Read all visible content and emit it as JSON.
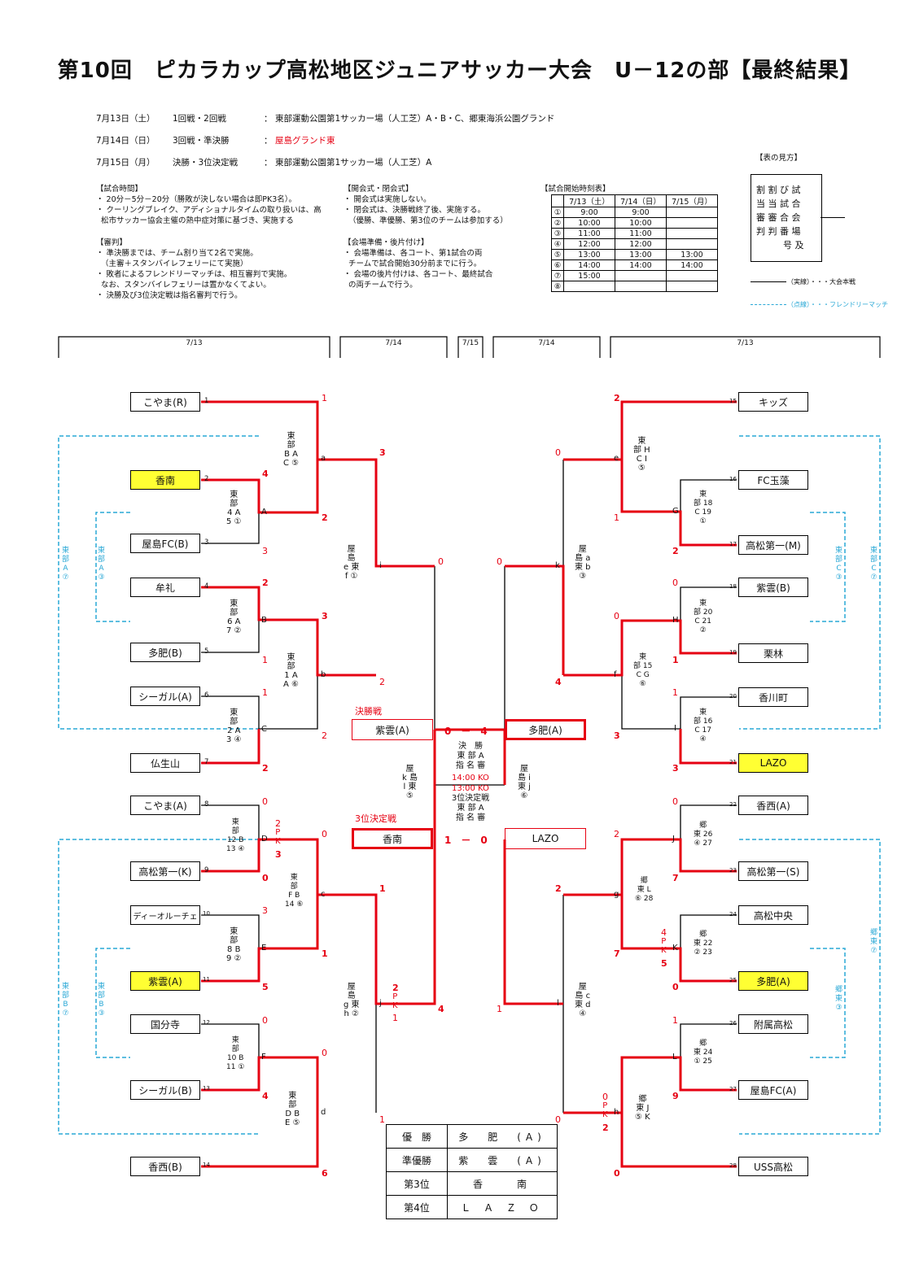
{
  "title": "第10回　ピカラカップ高松地区ジュニアサッカー大会　U－12の部【最終結果】",
  "schedule": [
    {
      "date": "7月13日（土）",
      "round": "1回戦・2回戦",
      "venue": "東部運動公園第1サッカー場（人工芝）A・B・C、郷東海浜公園グランド",
      "venue_red": false
    },
    {
      "date": "7月14日（日）",
      "round": "3回戦・準決勝",
      "venue": "屋島グランド東",
      "venue_red": true
    },
    {
      "date": "7月15日（月）",
      "round": "決勝・3位決定戦",
      "venue": "東部運動公園第1サッカー場（人工芝）A",
      "venue_red": false
    }
  ],
  "notes": {
    "match_time": "【試合時間】\n・ 20分－5分－20分（勝敗が決しない場合は即PK3名）。\n・ クーリングブレイク、アディショナルタイムの取り扱いは、高\n  松市サッカー協会主催の熱中症対策に基づき、実施する",
    "referee": "【審判】\n・ 準決勝までは、チーム割り当て2名で実施。\n  （主審＋スタンバイレフェリーにて実施）\n・ 敗者によるフレンドリーマッチは、相互審判で実施。\n  なお、スタンバイレフェリーは置かなくてよい。\n・ 決勝及び3位決定戦は指名審判で行う。",
    "ceremony": "【開会式・閉会式】\n・ 開会式は実施しない。\n・ 閉会式は、決勝戦終了後、実施する。\n  （優勝、準優勝、第3位のチームは参加する）",
    "venue_prep": "【会場準備・後片付け】\n・ 会場準備は、各コート、第1試合の両\n  チームで試合開始30分前までに行う。\n・ 会場の後片付けは、各コート、最終試合\n  の両チームで行う。"
  },
  "timetable": {
    "title": "【試合開始時刻表】",
    "headers": [
      "",
      "7/13（土）",
      "7/14（日）",
      "7/15（月）"
    ],
    "rows": [
      [
        "①",
        "9:00",
        "9:00",
        ""
      ],
      [
        "②",
        "10:00",
        "10:00",
        ""
      ],
      [
        "③",
        "11:00",
        "11:00",
        ""
      ],
      [
        "④",
        "12:00",
        "12:00",
        ""
      ],
      [
        "⑤",
        "13:00",
        "13:00",
        "13:00"
      ],
      [
        "⑥",
        "14:00",
        "14:00",
        "14:00"
      ],
      [
        "⑦",
        "15:00",
        "",
        ""
      ],
      [
        "⑧",
        "",
        "",
        ""
      ]
    ]
  },
  "legend": {
    "title": "【表の見方】",
    "box": "割 割 び 試\n当 当 試 合\n審 審 合 会\n判 判 番 場\n　　　号 及",
    "solid": "（実線）・・・大会本戦",
    "dashed": "（点線）・・・フレンドリーマッチ"
  },
  "datebar": [
    "7/13",
    "7/14",
    "7/15",
    "7/14",
    "7/13"
  ],
  "teams_left": [
    {
      "no": "1",
      "name": "こやま(R)",
      "hl": false
    },
    {
      "no": "2",
      "name": "香南",
      "hl": true
    },
    {
      "no": "3",
      "name": "屋島FC(B)",
      "hl": false
    },
    {
      "no": "4",
      "name": "牟礼",
      "hl": false
    },
    {
      "no": "5",
      "name": "多肥(B)",
      "hl": false
    },
    {
      "no": "6",
      "name": "シーガル(A)",
      "hl": false
    },
    {
      "no": "7",
      "name": "仏生山",
      "hl": false
    },
    {
      "no": "8",
      "name": "こやま(A)",
      "hl": false
    },
    {
      "no": "9",
      "name": "高松第一(K)",
      "hl": false
    },
    {
      "no": "10",
      "name": "ディーオルーチェ",
      "hl": false
    },
    {
      "no": "11",
      "name": "紫雲(A)",
      "hl": true
    },
    {
      "no": "12",
      "name": "国分寺",
      "hl": false
    },
    {
      "no": "13",
      "name": "シーガル(B)",
      "hl": false
    },
    {
      "no": "14",
      "name": "香西(B)",
      "hl": false
    }
  ],
  "teams_right": [
    {
      "no": "15",
      "name": "キッズ",
      "hl": false
    },
    {
      "no": "16",
      "name": "FC玉藻",
      "hl": false
    },
    {
      "no": "17",
      "name": "高松第一(M)",
      "hl": false
    },
    {
      "no": "18",
      "name": "紫雲(B)",
      "hl": false
    },
    {
      "no": "19",
      "name": "栗林",
      "hl": false
    },
    {
      "no": "20",
      "name": "香川町",
      "hl": false
    },
    {
      "no": "21",
      "name": "LAZO",
      "hl": true
    },
    {
      "no": "22",
      "name": "香西(A)",
      "hl": false
    },
    {
      "no": "23",
      "name": "高松第一(S)",
      "hl": false
    },
    {
      "no": "24",
      "name": "高松中央",
      "hl": false
    },
    {
      "no": "25",
      "name": "多肥(A)",
      "hl": true
    },
    {
      "no": "26",
      "name": "附属高松",
      "hl": false
    },
    {
      "no": "27",
      "name": "屋島FC(A)",
      "hl": false
    },
    {
      "no": "28",
      "name": "USS高松",
      "hl": false
    }
  ],
  "scores": {
    "s1": "1",
    "sA_t": "4",
    "sA_b": "2",
    "s3": "3",
    "sB_t": "2",
    "sB_b": "3",
    "s5": "1",
    "s6": "1",
    "sC_b": "2",
    "sa_t": "3",
    "sb_b": "2",
    "si_l": "0",
    "s8": "0",
    "sD_t": "2",
    "sD_pk_t": "3",
    "sD_b": "0",
    "s10": "3",
    "sE_b": "1",
    "s11": "5",
    "s12": "0",
    "sF_b": "4",
    "s14": "6",
    "sc_t": "1",
    "sd_b": "1",
    "sD_up": "0",
    "sF_up": "0",
    "sj_t": "2",
    "sj_pk": "1",
    "sj_r": "4",
    "r15": "2",
    "r16g": "1",
    "r17": "2",
    "r18": "0",
    "r19": "1",
    "r20": "1",
    "r21": "3",
    "re_t": "0",
    "rf_b": "4",
    "rH": "0",
    "rI": "3",
    "rk_l": "0",
    "r22": "0",
    "r23": "7",
    "r24g": "2",
    "r25": "0",
    "r26": "1",
    "r27": "9",
    "r28": "0",
    "rK_t": "4",
    "rK_b": "5",
    "rg_b": "7",
    "rg_t": "2",
    "rh_t": "0",
    "rh_b": "2",
    "rl_t": "2",
    "rl_b": "0",
    "rl_l": "1"
  },
  "final": {
    "label": "決勝戦",
    "left": "紫雲(A)",
    "right": "多肥(A)",
    "score": "0　－　4",
    "info": "決　勝\n東 部 A\n指 名 審",
    "time": "14:00 KO"
  },
  "third": {
    "label": "3位決定戦",
    "left": "香南",
    "right": "LAZO",
    "score": "1　－　0",
    "info": "3位決定戦\n東 部 A\n指 名 審",
    "time": "13:00 KO"
  },
  "results": [
    {
      "rank": "優　勝",
      "team": "多　肥　(A)"
    },
    {
      "rank": "準優勝",
      "team": "紫　雲　(A)"
    },
    {
      "rank": "第3位",
      "team": "香　　南"
    },
    {
      "rank": "第4位",
      "team": "Ｌ Ａ Ｚ Ｏ"
    }
  ],
  "match_labels": {
    "A": "A",
    "B": "B",
    "C": "C",
    "D": "D",
    "E": "E",
    "F": "F",
    "a": "a",
    "b": "b",
    "c": "c",
    "d": "d",
    "i": "i",
    "j": "j",
    "G": "G",
    "H": "H",
    "I": "I",
    "J": "J",
    "K": "K",
    "L": "L",
    "e": "e",
    "f": "f",
    "g": "g",
    "h": "h",
    "k": "k",
    "l": "l"
  },
  "match_info": {
    "A": "東\n部\n4 A\n5 ①",
    "B": "東\n部\n6 A\n7 ②",
    "C": "東\n部\n2 A\n3 ④",
    "a": "東\n部\nB A\nC ⑤",
    "b": "東\n部\n1 A\nA ⑥",
    "i": "屋\n島\ne 東\nf ①",
    "D": "東\n部\n12 B\n13 ④",
    "E": "東\n部\n8 B\n9 ②",
    "F": "東\n部\n10 B\n11 ①",
    "c": "東\n部\nF B\n14 ⑥",
    "d": "東\n部\nD B\nE ⑤",
    "j": "屋\n島\ng 東\nh ②",
    "k_l": "屋\nk 島\nl 東\n⑤",
    "e": "東\n部 H\nC I\n⑤",
    "G": "東\n部 18\nC 19\n①",
    "H": "東\n部 20\nC 21\n②",
    "I": "東\n部 16\nC 17\n④",
    "f": "東\n部 15\nC G\n⑥",
    "k": "屋\n島 a\n東 b\n③",
    "J": "郷\n東 26\n④ 27",
    "K": "郷\n東 22\n② 23",
    "L": "郷\n東 24\n① 25",
    "g": "郷\n東 L\n⑥ 28",
    "h": "郷\n東 J\n⑤ K",
    "l": "屋\n島 c\n東 d\n④",
    "ij": "屋\n島 i\n東 j\n⑥"
  },
  "pk": {
    "left_D": "P\nK",
    "left_j": "P\nK",
    "right_K": "P\nK",
    "right_h": "P\nK"
  },
  "friendly": {
    "l_outer_top": "東\n部\nA\n⑦",
    "l_inner_top": "東\n部\nA\n③",
    "l_outer_bot": "東\n部\nB\n⑦",
    "l_inner_bot": "東\n部\nB\n③",
    "r_inner_top": "東\n部\nC\n③",
    "r_outer_top": "東\n部\nC\n⑦",
    "r_inner_bot": "郷\n東\n③",
    "r_outer_bot": "郷\n東\n⑦"
  },
  "colors": {
    "main": "#e60012",
    "friendly": "#29a8d6",
    "highlight": "#ffff33"
  }
}
